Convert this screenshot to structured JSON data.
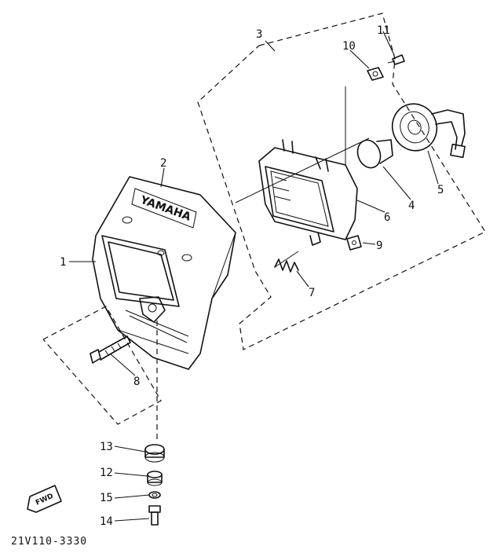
{
  "callouts": {
    "c1": "1",
    "c2": "2",
    "c3": "3",
    "c4": "4",
    "c5": "5",
    "c6": "6",
    "c7": "7",
    "c8": "8",
    "c9": "9",
    "c10": "10",
    "c11": "11",
    "c12": "12",
    "c13": "13",
    "c14": "14",
    "c15": "15"
  },
  "brand": "YAMAHA",
  "fwd": "FWD",
  "part_code": "21V110-3330"
}
